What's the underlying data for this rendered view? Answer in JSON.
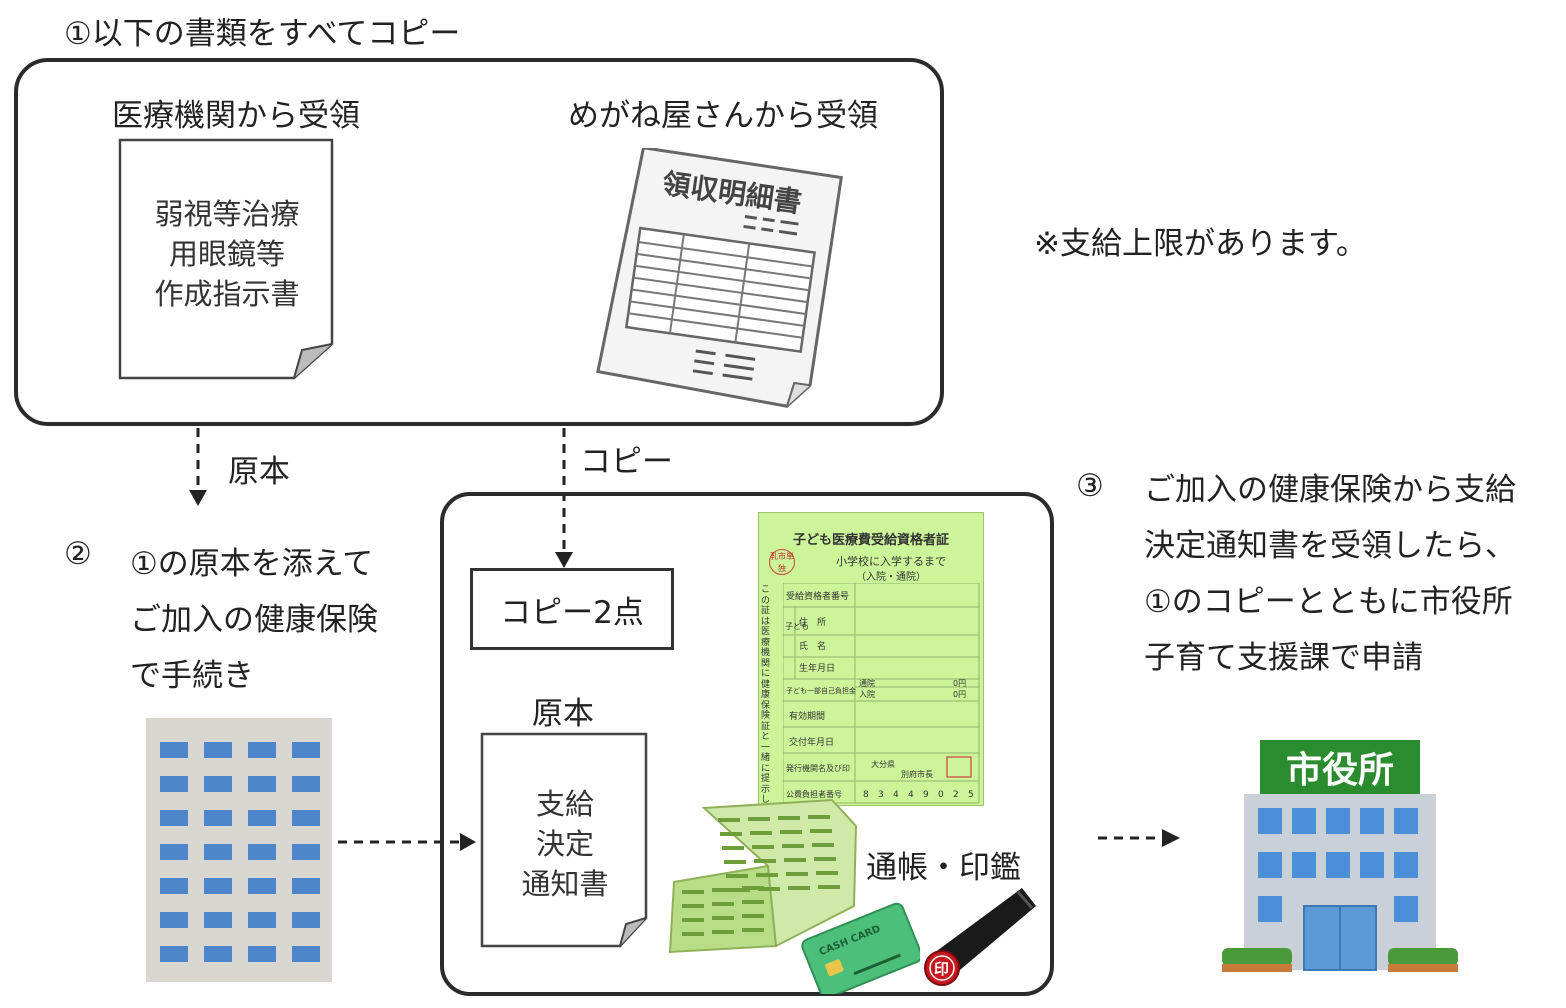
{
  "step1": {
    "heading": "①以下の書類をすべてコピー",
    "medical_label": "医療機関から受領",
    "medical_doc_lines": [
      "弱視等治療",
      "用眼鏡等",
      "作成指示書"
    ],
    "optician_label": "めがね屋さんから受領",
    "receipt_title": "領収明細書",
    "note": "※支給上限があります。"
  },
  "arrows": {
    "original_label": "原本",
    "copy_label": "コピー"
  },
  "step2": {
    "number": "②",
    "lines": [
      "①の原本を添えて",
      "ご加入の健康保険",
      "で手続き"
    ]
  },
  "center_box": {
    "copy_count": "コピー2点",
    "original_label": "原本",
    "notice_doc_lines": [
      "支給",
      "決定",
      "通知書"
    ],
    "bank_label": "通帳・印鑑",
    "cash_card_text": "CASH CARD",
    "seal_char": "印",
    "certificate": {
      "title": "子ども医療費受給資格者証",
      "subtitle": "小学校に入学するまで",
      "subtitle2": "（入院・通院）",
      "stamp": "乳市単独",
      "side_note": "この証は医療機関に健康保険証と一緒に提示してください",
      "rows": [
        "受給資格者番号",
        "住　所",
        "氏　名",
        "生年月日",
        "子ども一部自己負担金",
        "有効期間",
        "交付年月日",
        "発行機関名及び印",
        "公費負担者番号"
      ],
      "child_label": "子ども",
      "copay_outpatient": "通院",
      "copay_inpatient": "入院",
      "copay_amount1": "0円",
      "copay_amount2": "0円",
      "issuer": "大分県",
      "issuer_city": "別府市長",
      "payer_number": [
        "8",
        "3",
        "4",
        "4",
        "9",
        "0",
        "2",
        "5"
      ]
    }
  },
  "step3": {
    "number": "③",
    "lines": [
      "ご加入の健康保険から支給",
      "決定通知書を受領したら、",
      "①のコピーとともに市役所",
      "子育て支援課で申請"
    ]
  },
  "city_hall": {
    "sign": "市役所"
  },
  "colors": {
    "building_blue": "#4a86c8",
    "cert_green": "#ccf59a",
    "passbook_green": "#8fc24a",
    "card_green": "#4cbf7a"
  }
}
